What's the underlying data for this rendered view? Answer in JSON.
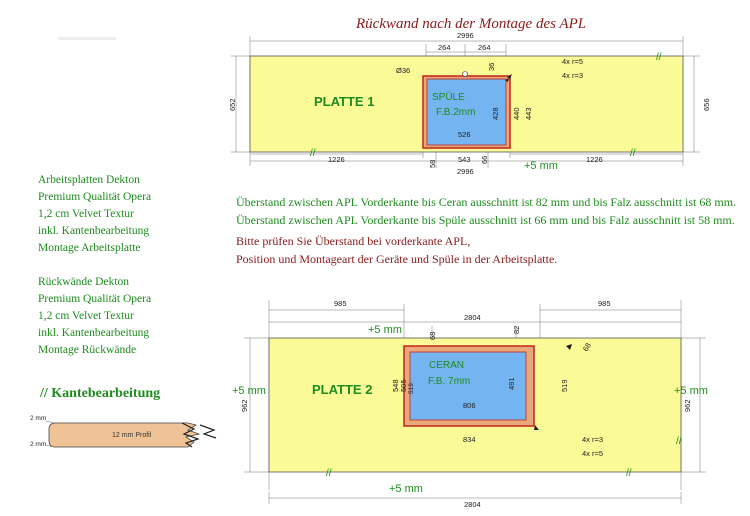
{
  "title": "Rückwand nach der Montage des APL",
  "spec_worktop": [
    "Arbeitsplatten Dekton",
    "Premium Qualität Opera",
    "1,2 cm Velvet Textur",
    "inkl. Kantenbearbeitung",
    "Montage Arbeitsplatte"
  ],
  "spec_backsplash": [
    "Rückwände Dekton",
    "Premium Qualität Opera",
    "1,2 cm Velvet Textur",
    "inkl. Kantenbearbeitung",
    "Montage Rückwände"
  ],
  "edge": {
    "heading": "// Kantebearbeitung",
    "top_label": "2 mm",
    "bottom_label": "2 mm",
    "profile_label": "12 mm Profil"
  },
  "overhang_notes": [
    "Überstand zwischen APL Vorderkante bis Ceran ausschnitt ist 82 mm und bis Falz ausschnitt ist 68 mm.",
    "Überstand zwischen APL Vorderkante bis Spüle ausschnitt ist 66 mm und bis Falz ausschnitt ist 58 mm."
  ],
  "check_notes": [
    "Bitte prüfen Sie Überstand bei vorderkante APL,",
    "Position und Montageart der Geräte und Spüle in der Arbeitsplatte."
  ],
  "plate1": {
    "name": "PLATTE 1",
    "cutout_name": "SPÜLE",
    "cutout_sub": "F.B.2mm",
    "width_top": "2996",
    "width_bottom": "2996",
    "height_left": "652",
    "height_right": "656",
    "top_left_offset": "264",
    "top_right_offset": "264",
    "hole_label": "Ø36",
    "hole_offset": "36",
    "radius_outer": "4x r=5",
    "radius_inner": "4x r=3",
    "cutout_height_inner": "428",
    "cutout_height_mid": "440",
    "cutout_height_outer": "443",
    "cutout_width_inner": "526",
    "cutout_width_outer": "543",
    "left_distance": "1226",
    "right_distance": "1226",
    "front_falz": "58",
    "front_cut": "66",
    "plus5": "+5 mm",
    "mark_a": "//",
    "mark_b": "//",
    "mark_c": "//"
  },
  "plate2": {
    "name": "PLATTE 2",
    "cutout_name": "CERAN",
    "cutout_sub": "F.B. 7mm",
    "width_top": "2804",
    "width_bottom": "2804",
    "left_distance": "985",
    "right_distance": "985",
    "height_left": "962",
    "height_right": "962",
    "plus5_top": "+5 mm",
    "plus5_left": "+5 mm",
    "plus5_right": "+5 mm",
    "plus5_bottom": "+5 mm",
    "falz_top": "68",
    "cut_top": "82",
    "side_68": "68",
    "cutout_height_inner": "491",
    "cutout_height_a": "505",
    "cutout_height_b": "519",
    "cutout_height_right": "519",
    "cutout_height_c": "548",
    "cutout_width_inner": "806",
    "cutout_width_outer": "834",
    "radius_inner": "4x r=3",
    "radius_outer": "4x r=5",
    "mark_a": "//",
    "mark_b": "//",
    "mark_c": "//"
  },
  "colors": {
    "plate": "#fafa96",
    "cutout": "#74b4f0",
    "rim": "#c0241a",
    "falz": "#e8a87c",
    "green": "#1e8c1e",
    "red": "#8b1a1a",
    "wood": "#f0c396"
  }
}
